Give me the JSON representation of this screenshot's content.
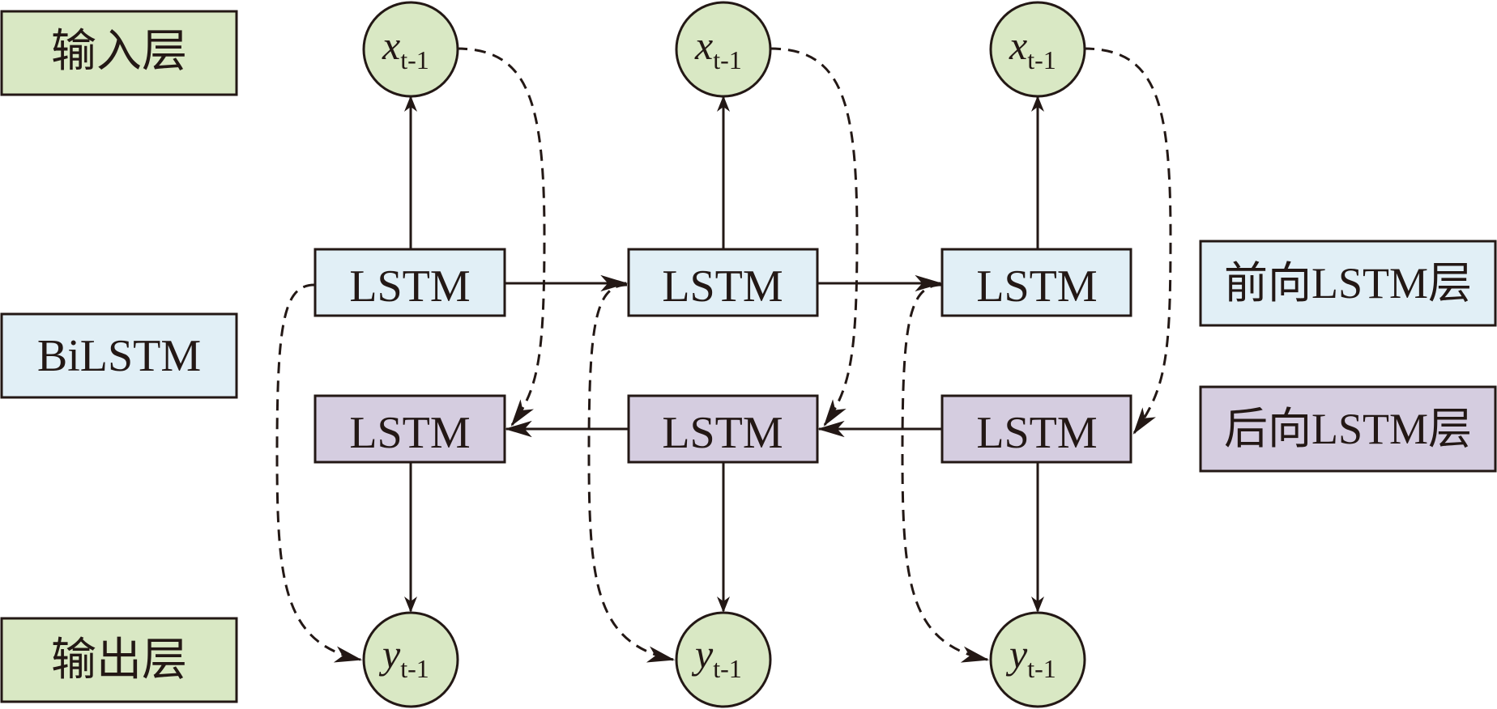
{
  "labels": {
    "input_layer": "输入层",
    "bilstm": "BiLSTM",
    "output_layer": "输出层",
    "forward_layer": "前向LSTM层",
    "backward_layer": "后向LSTM层"
  },
  "cell_label": "LSTM",
  "input_nodes": [
    {
      "var": "x",
      "sub": "t-1"
    },
    {
      "var": "x",
      "sub": "t-1"
    },
    {
      "var": "x",
      "sub": "t-1"
    }
  ],
  "output_nodes": [
    {
      "var": "y",
      "sub": "t-1"
    },
    {
      "var": "y",
      "sub": "t-1"
    },
    {
      "var": "y",
      "sub": "t-1"
    }
  ],
  "colors": {
    "input_output_fill": "#d9e8c4",
    "forward_fill": "#e1eff6",
    "backward_fill": "#d5cde0",
    "stroke": "#231815"
  }
}
